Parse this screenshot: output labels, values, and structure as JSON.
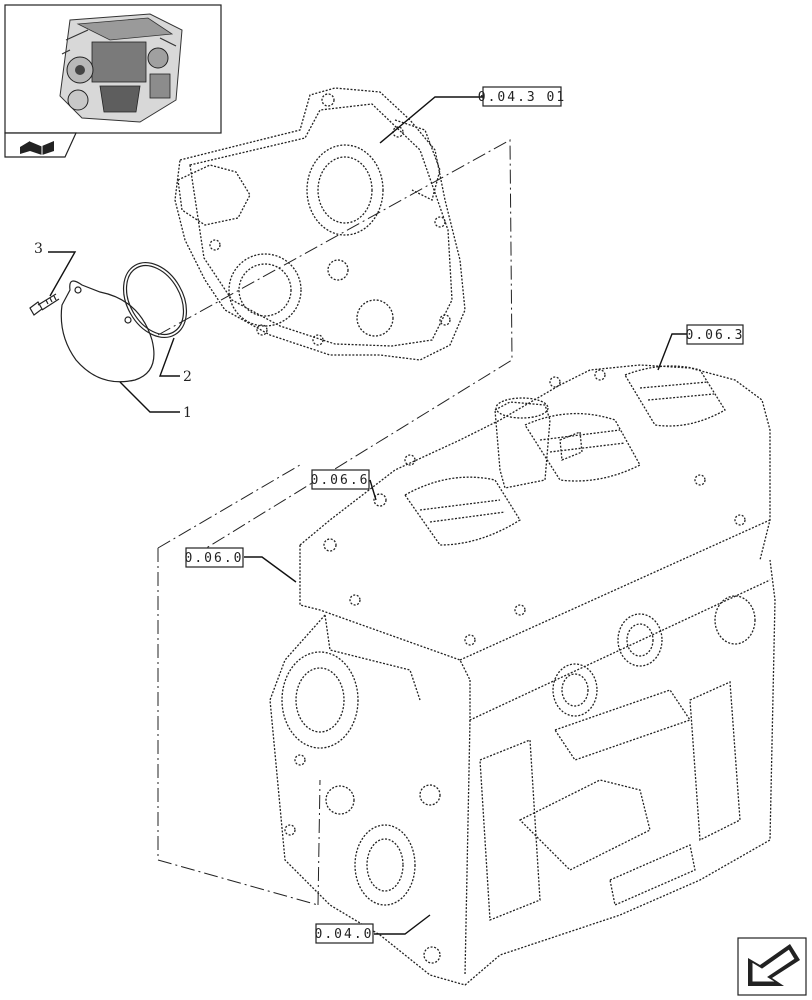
{
  "references": {
    "timing_cover": "0.04.3 01",
    "head_cover": "0.06.3",
    "valve_cover": "0.06.6",
    "cylinder_head": "0.06.0",
    "engine_block": "0.04.0"
  },
  "callouts": {
    "c1": "1",
    "c2": "2",
    "c3": "3"
  },
  "icons": {
    "thumbnail": "engine-thumbnail-icon",
    "book": "open-book-icon",
    "next": "next-page-arrow-icon"
  },
  "colors": {
    "line": "#222222",
    "background": "#ffffff"
  }
}
